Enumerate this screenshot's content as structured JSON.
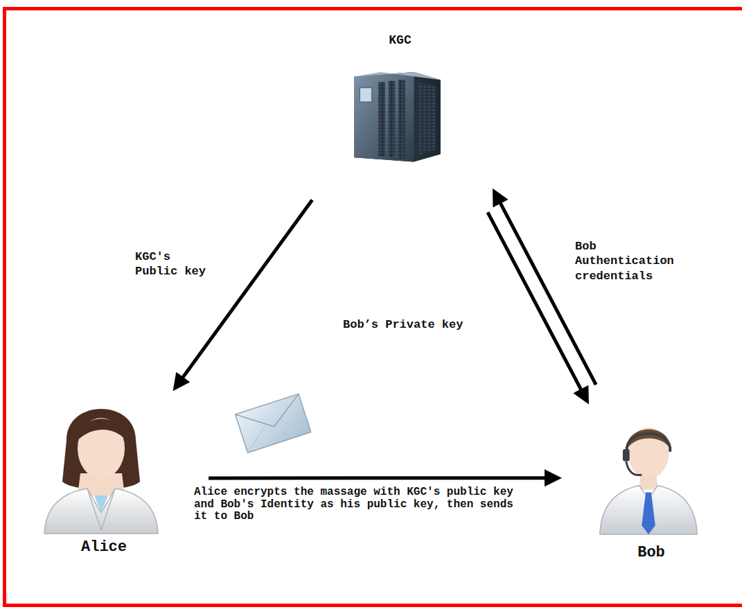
{
  "diagram": {
    "nodes": [
      {
        "text": [
          "KGC"
        ]
      },
      {
        "text": [
          "Alice"
        ]
      },
      {
        "text": [
          "Bob"
        ]
      }
    ],
    "edges": [
      {
        "from": 0,
        "to": 1,
        "arrow": "to",
        "label": "KGC's Public key"
      },
      {
        "from": 0,
        "to": 2,
        "arrow": "to",
        "label": "Bob’s Private key"
      },
      {
        "from": 2,
        "to": 0,
        "arrow": "to",
        "label": "Bob Authentication credentials"
      },
      {
        "from": 1,
        "to": 2,
        "arrow": "to",
        "label": "Alice encrypts the massage with KGC's public key and Bob's Identity as his public key, then sends it to Bob"
      }
    ]
  }
}
